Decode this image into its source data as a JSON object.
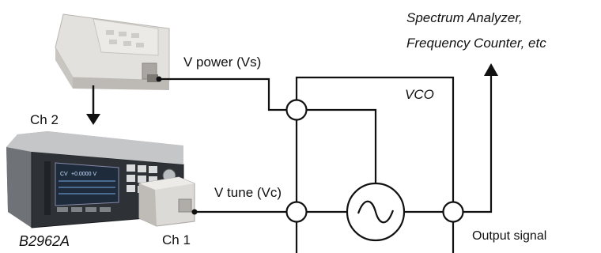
{
  "labels": {
    "destination_line1": "Spectrum Analyzer,",
    "destination_line2": "Frequency Counter, etc",
    "v_power": "V power (Vs)",
    "vco": "VCO",
    "ch2": "Ch 2",
    "v_tune": "V tune (Vc)",
    "output_signal": "Output signal",
    "model": "B2962A",
    "ch1": "Ch 1"
  },
  "instrument_display": {
    "line1": "CV",
    "line2": "+0.0000 V"
  },
  "colors": {
    "line": "#111111",
    "panel_dark": "#2e3236",
    "screen": "#1d2b3a",
    "module_body": "#dcdad6"
  }
}
